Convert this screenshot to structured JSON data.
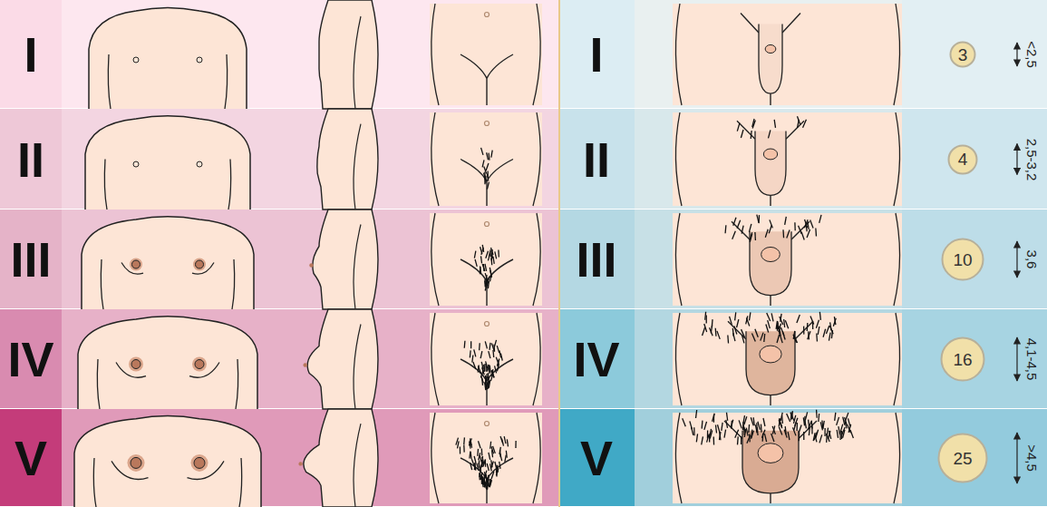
{
  "diagram": {
    "nodes": [
      {
        "text": [
          "3"
        ]
      },
      {
        "text": [
          "4"
        ]
      },
      {
        "text": [
          "10"
        ]
      },
      {
        "text": [
          "16"
        ]
      },
      {
        "text": [
          "25"
        ]
      }
    ],
    "labels": [
      "I",
      "I",
      "<2,5",
      "II",
      "II",
      "2,5-3,2",
      "III",
      "III",
      "3,6",
      "IV",
      "IV",
      "4,1-4,5",
      "V",
      "V",
      ">4,5"
    ]
  }
}
